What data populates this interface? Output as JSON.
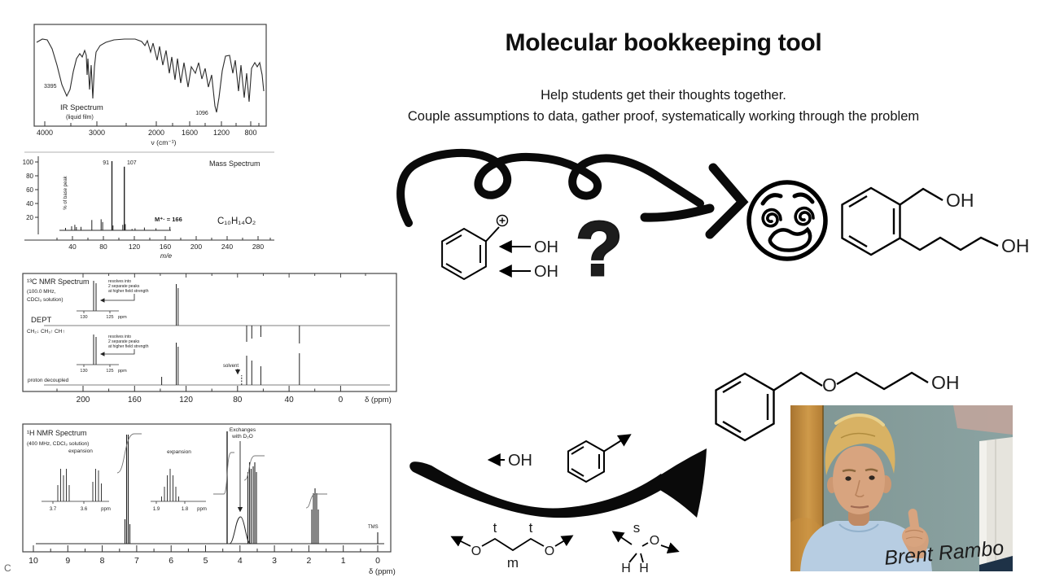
{
  "slide": {
    "title": "Molecular bookkeeping tool",
    "subtitle1": "Help students get their thoughts together.",
    "subtitle2": "Couple assumptions to data, gather proof, systematically working through the problem",
    "corner_mark": "C"
  },
  "ir": {
    "label": "IR Spectrum",
    "sublabel": "(liquid film)",
    "peak_oh": "3395",
    "peak_co": "1096",
    "xticks": [
      "4000",
      "3000",
      "2000",
      "1600",
      "1200",
      "800"
    ],
    "xlabel": "ν (cm⁻¹)"
  },
  "ms": {
    "label": "Mass Spectrum",
    "ylabel": "% of base peak",
    "yticks": [
      "100",
      "80",
      "60",
      "40",
      "20"
    ],
    "peak1": "91",
    "peak2": "107",
    "molecular_ion": "M⁺· = 166",
    "formula": "C₁₀H₁₄O₂",
    "xticks": [
      "40",
      "80",
      "120",
      "160",
      "200",
      "240",
      "280"
    ],
    "xlabel": "m/e"
  },
  "c13": {
    "label": "¹³C NMR Spectrum",
    "freq": "(100.0 MHz,",
    "solvent_line": "CDCl₃ solution)",
    "dept": "DEPT",
    "dept_key": "CH₂↓  CH₃↑  CH↑",
    "note": [
      "resolves into",
      "2 separate peaks",
      "at higher field strength"
    ],
    "inset_ticks": [
      "130",
      "125",
      "ppm"
    ],
    "solvent": "solvent",
    "decoupled": "proton decoupled",
    "xticks": [
      "200",
      "160",
      "120",
      "80",
      "40",
      "0"
    ],
    "xlabel": "δ (ppm)"
  },
  "h1": {
    "label": "¹H NMR Spectrum",
    "sublabel": "(400 MHz, CDCl₃ solution)",
    "expansion": "expansion",
    "inset1_ticks": [
      "3.7",
      "3.6",
      "ppm"
    ],
    "inset2_ticks": [
      "1.9",
      "1.8",
      "ppm"
    ],
    "exchanges1": "Exchanges",
    "exchanges2": "with D₂O",
    "tms": "TMS",
    "xticks": [
      "10",
      "9",
      "8",
      "7",
      "6",
      "5",
      "4",
      "3",
      "2",
      "1",
      "0"
    ],
    "xlabel": "δ (ppm)"
  },
  "diagram": {
    "oh": "OH",
    "o": "O",
    "h": "H",
    "question_mark": "?",
    "t": "t",
    "m": "m",
    "s": "s"
  },
  "photo": {
    "signature": "Brent Rambo"
  },
  "colors": {
    "question_red": "#c8232e",
    "ink": "#000000"
  },
  "chart_data": [
    {
      "type": "line",
      "title": "IR Spectrum (liquid film)",
      "xlabel": "ν (cm⁻¹)",
      "x_ticks": [
        4000,
        3000,
        2000,
        1600,
        1200,
        800
      ],
      "x_range": [
        4000,
        650
      ],
      "annotated_peaks_cm1": [
        3395,
        1096
      ]
    },
    {
      "type": "bar",
      "title": "Mass Spectrum",
      "xlabel": "m/e",
      "ylabel": "% of base peak",
      "ylim": [
        0,
        100
      ],
      "x_ticks": [
        40,
        80,
        120,
        160,
        200,
        240,
        280
      ],
      "labeled_peaks": {
        "91": 100,
        "107": 92,
        "166": 5
      },
      "molecular_ion_label": "M+· = 166",
      "formula": "C10H14O2"
    },
    {
      "type": "line",
      "title": "13C NMR Spectrum (100.0 MHz, CDCl3 solution) + DEPT",
      "xlabel": "δ (ppm)",
      "x_ticks": [
        200,
        160,
        120,
        80,
        40,
        0
      ],
      "proton_decoupled_peaks_ppm": [
        139,
        127,
        77,
        73,
        69,
        62,
        32
      ],
      "dept_down_CH2_ppm": [
        73,
        69,
        62,
        32
      ],
      "dept_up_CH_ppm": [
        127
      ],
      "solvent_ppm": 77,
      "inset_range_ppm": [
        130,
        125
      ]
    },
    {
      "type": "line",
      "title": "1H NMR Spectrum (400 MHz, CDCl3 solution)",
      "xlabel": "δ (ppm)",
      "x_ticks": [
        10,
        9,
        8,
        7,
        6,
        5,
        4,
        3,
        2,
        1,
        0
      ],
      "peaks_ppm": [
        7.3,
        4.4,
        4.05,
        3.65,
        3.55,
        1.85,
        0
      ],
      "exchanges_with_D2O_ppm": 4.05,
      "tms_ppm": 0,
      "expansion_ranges_ppm": [
        [
          3.7,
          3.6
        ],
        [
          1.9,
          1.8
        ]
      ]
    }
  ]
}
